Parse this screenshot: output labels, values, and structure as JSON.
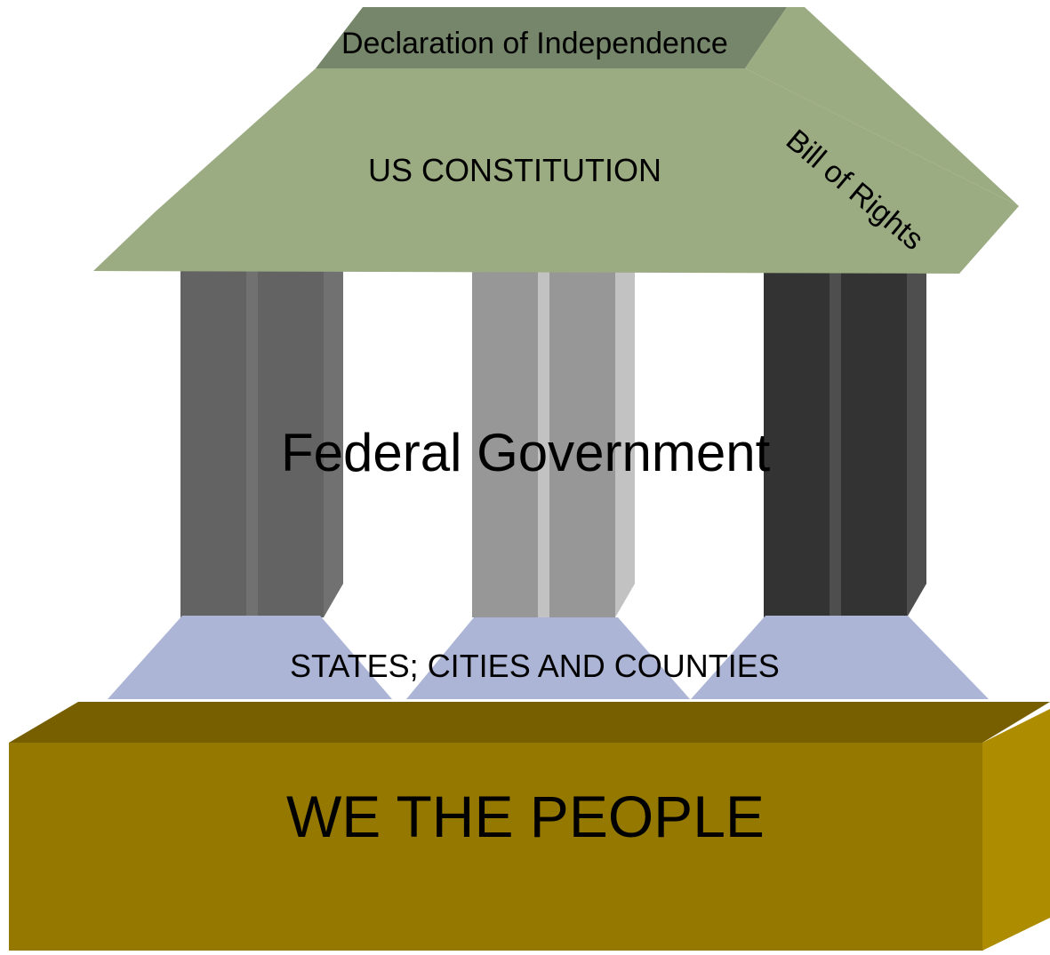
{
  "diagram": {
    "roof_top_label": "Declaration of Independence",
    "roof_side_label": "Bill of Rights",
    "roof_label": "US CONSTITUTION",
    "pillars_label": "Federal Government",
    "steps_label": "STATES; CITIES AND COUNTIES",
    "base_label": "WE THE PEOPLE"
  },
  "colors": {
    "roof_front": "#9bab82",
    "roof_top": "#76866b",
    "pillar_left": "#636363",
    "pillar_left_side": "#717171",
    "pillar_mid": "#979797",
    "pillar_mid_side": "#c2c2c2",
    "pillar_right": "#333333",
    "pillar_right_side": "#4e4e4e",
    "steps": "#acb5d6",
    "base_front": "#957800",
    "base_top": "#775f00",
    "base_side": "#ad8c00"
  }
}
